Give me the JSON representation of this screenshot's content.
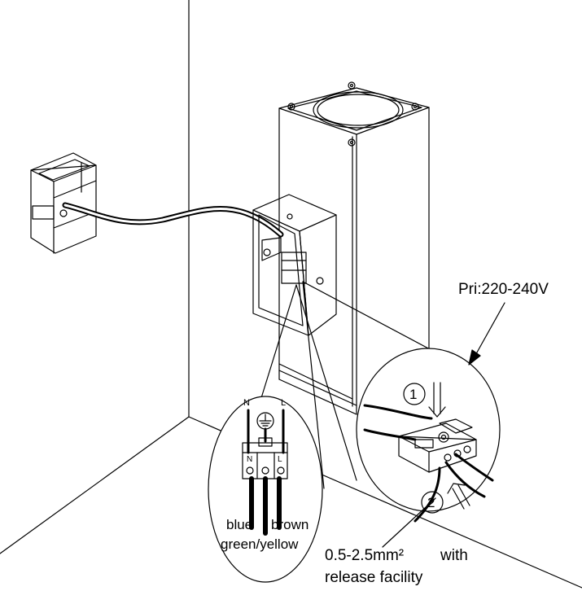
{
  "labels": {
    "voltage": "Pri:220-240V",
    "wire_size": "0.5-2.5mm²",
    "with": "with",
    "release": "release facility",
    "neutral_top": "N",
    "live_top": "L",
    "neutral_term": "N",
    "live_term": "L",
    "blue": "blue",
    "brown": "brown",
    "green_yellow": "green/yellow",
    "step1": "1",
    "step2": "2"
  },
  "icons": {
    "earth": "earth-ground-icon",
    "arrow_down": "push-arrow-down-icon",
    "arrow_up": "push-arrow-up-icon"
  },
  "colors": {
    "line": "#000000",
    "background": "#ffffff"
  }
}
